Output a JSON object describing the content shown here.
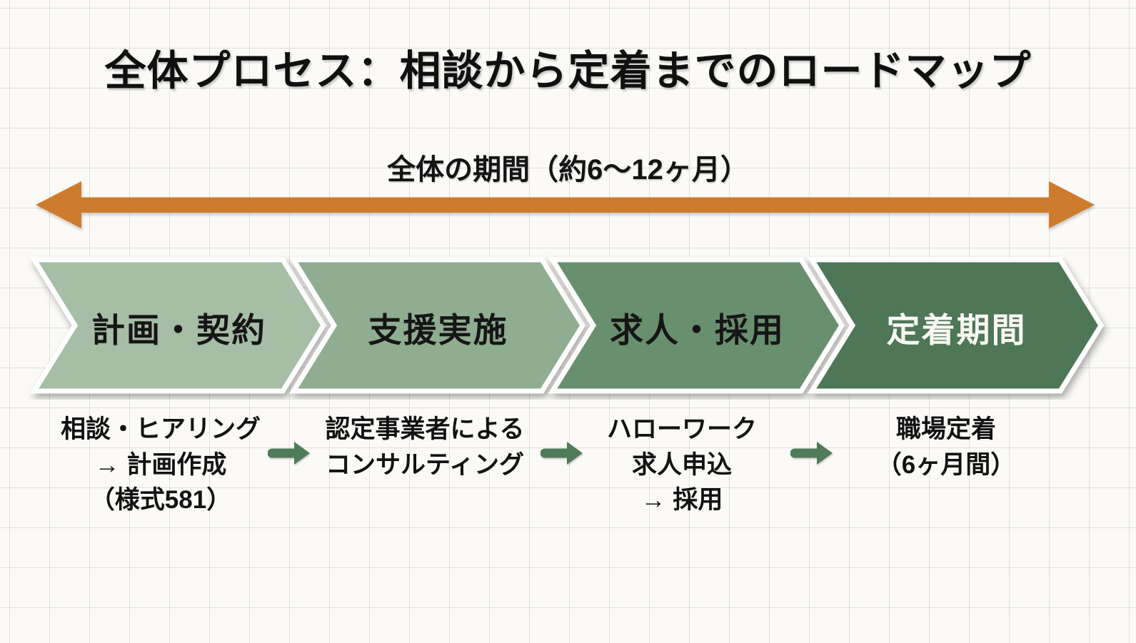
{
  "title": "全体プロセス：相談から定着までのロードマップ",
  "timeline": {
    "period_label": "全体の期間（約6〜12ヶ月）",
    "arrow_color": "#CE7B2E"
  },
  "stages": [
    {
      "label": "計画・契約",
      "color": "#A6BDA6",
      "label_text_color": "#161616",
      "description": [
        "相談・ヒアリング",
        "→ 計画作成",
        "（様式581）"
      ]
    },
    {
      "label": "支援実施",
      "color": "#8FAD90",
      "label_text_color": "#161616",
      "description": [
        "認定事業者による",
        "コンサルティング"
      ]
    },
    {
      "label": "求人・採用",
      "color": "#68906E",
      "label_text_color": "#161616",
      "description": [
        "ハローワーク",
        "求人申込",
        "→ 採用"
      ]
    },
    {
      "label": "定着期間",
      "color": "#4D7757",
      "label_text_color": "#F8F7F2",
      "description": [
        "職場定着",
        "（6ヶ月間）"
      ]
    }
  ],
  "connector": {
    "arrow_color": "#4F7B59"
  }
}
